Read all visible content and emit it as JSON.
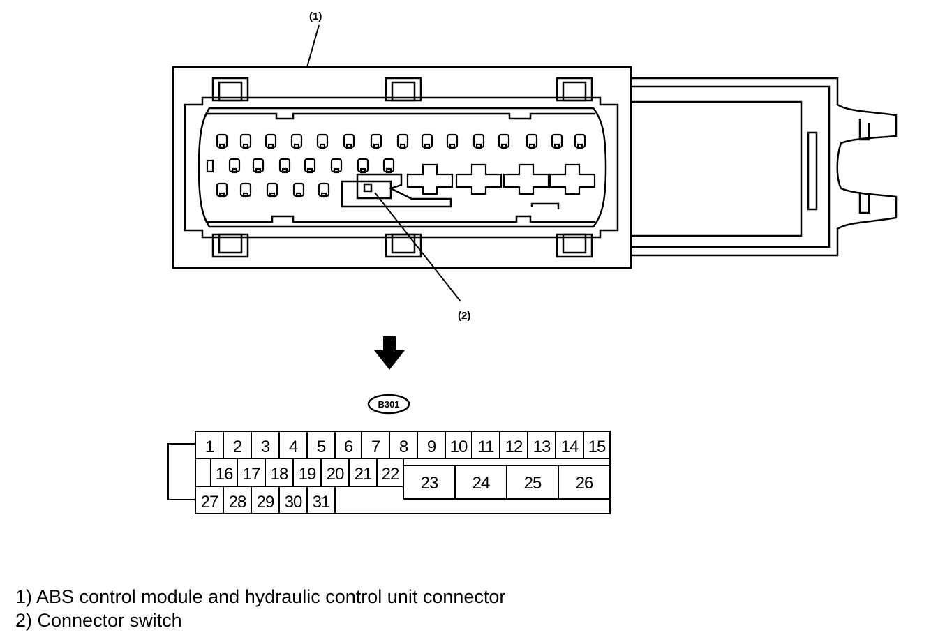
{
  "callouts": {
    "connector": "(1)",
    "switch": "(2)"
  },
  "badge": "B301",
  "pin_rows": {
    "row1": [
      "1",
      "2",
      "3",
      "4",
      "5",
      "6",
      "7",
      "8",
      "9",
      "10",
      "11",
      "12",
      "13",
      "14",
      "15"
    ],
    "row2": [
      "16",
      "17",
      "18",
      "19",
      "20",
      "21",
      "22"
    ],
    "row2_large": [
      "23",
      "24",
      "25",
      "26"
    ],
    "row3": [
      "27",
      "28",
      "29",
      "30",
      "31"
    ]
  },
  "legend": [
    "1) ABS control module and hydraulic control unit connector",
    "2) Connector switch"
  ]
}
